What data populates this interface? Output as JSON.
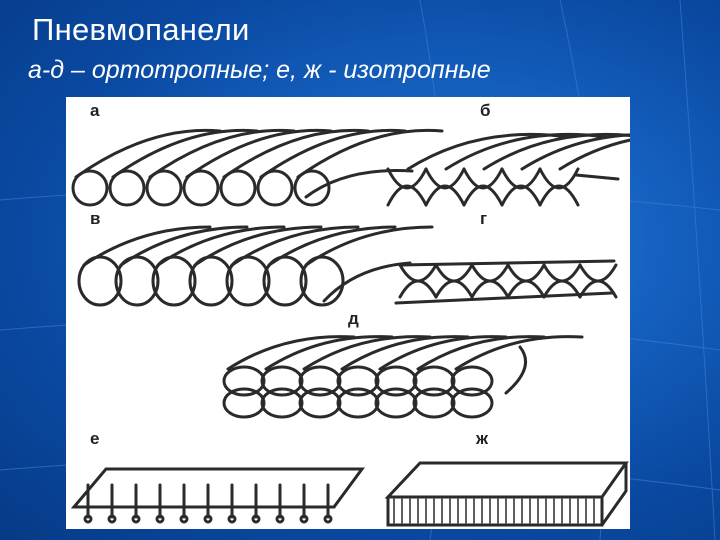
{
  "slide": {
    "title": "Пневмопанели",
    "subtitle": "а-д – ортотропные; е, ж - изотропные"
  },
  "figure": {
    "panels": [
      {
        "id": "a",
        "label": "а"
      },
      {
        "id": "b",
        "label": "б"
      },
      {
        "id": "v",
        "label": "в"
      },
      {
        "id": "g",
        "label": "г"
      },
      {
        "id": "d",
        "label": "д"
      },
      {
        "id": "e",
        "label": "е"
      },
      {
        "id": "zh",
        "label": "ж"
      }
    ]
  },
  "colors": {
    "background": "#0b4fa8",
    "grid_lines": "#3d7fd0",
    "text": "#ffffff",
    "drawing_ink": "#2a2a2a"
  }
}
